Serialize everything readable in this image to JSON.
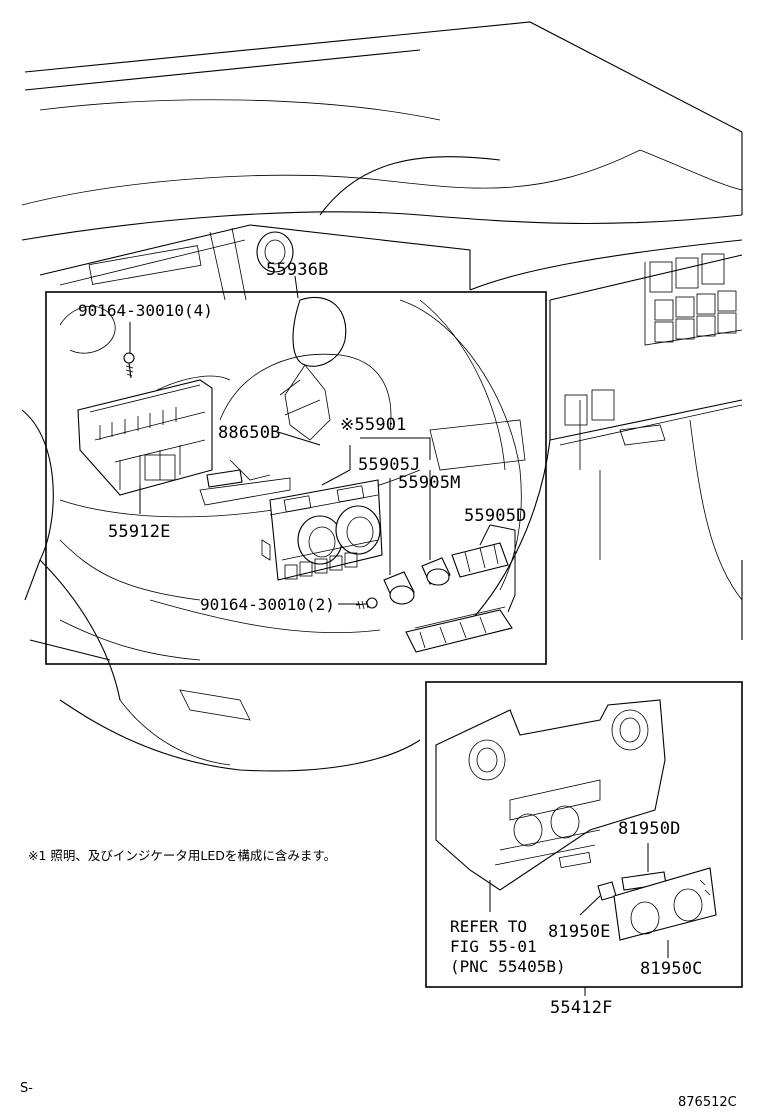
{
  "labels": {
    "p55936B": "55936B",
    "p90164_4": "90164-30010(4)",
    "p88650B": "88650B",
    "p55901": "※55901",
    "p55905J": "55905J",
    "p55905M": "55905M",
    "p55905D": "55905D",
    "p55912E": "55912E",
    "p90164_2": "90164-30010(2)",
    "p81950D": "81950D",
    "p81950E": "81950E",
    "p81950C": "81950C",
    "p55412F": "55412F",
    "refer1": "REFER TO",
    "refer2": "FIG 55-01",
    "refer3": "(PNC 55405B)"
  },
  "note": "※1 照明、及びインジケータ用LEDを構成に含みます。",
  "corner_left": "S-",
  "corner_right": "876512C"
}
